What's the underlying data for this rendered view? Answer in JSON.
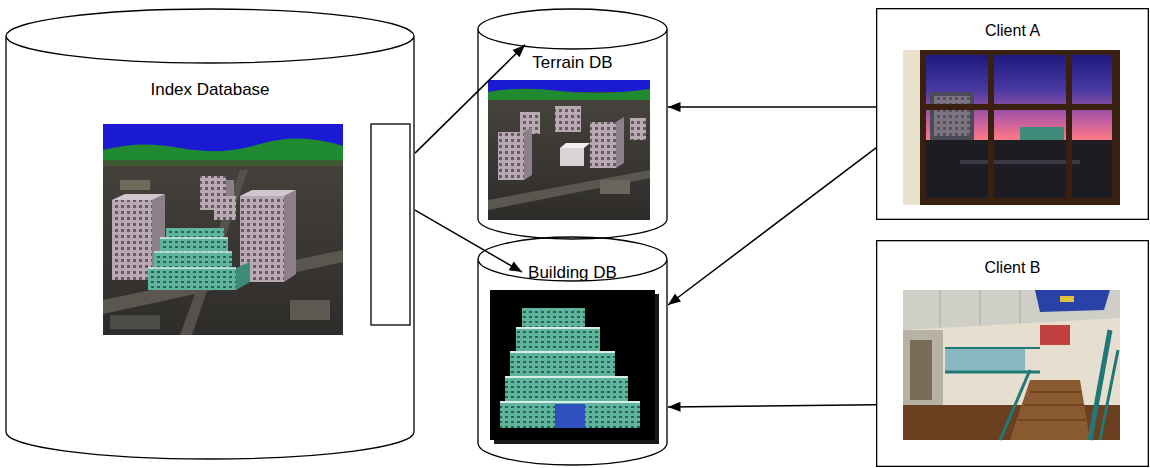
{
  "diagram": {
    "nodes": [
      {
        "text": [
          "Index Database"
        ]
      },
      {
        "text": [
          "Terrain DB"
        ]
      },
      {
        "text": [
          "Building DB"
        ]
      },
      {
        "text": [
          "Client A"
        ]
      },
      {
        "text": [
          "Client B"
        ]
      }
    ],
    "edges": [
      {
        "from": 0,
        "to": 1,
        "arrow": "to"
      },
      {
        "from": 0,
        "to": 2,
        "arrow": "to"
      },
      {
        "from": 3,
        "to": 1,
        "arrow": "to"
      },
      {
        "from": 3,
        "to": 2,
        "arrow": "to"
      },
      {
        "from": 4,
        "to": 2,
        "arrow": "to"
      }
    ]
  }
}
